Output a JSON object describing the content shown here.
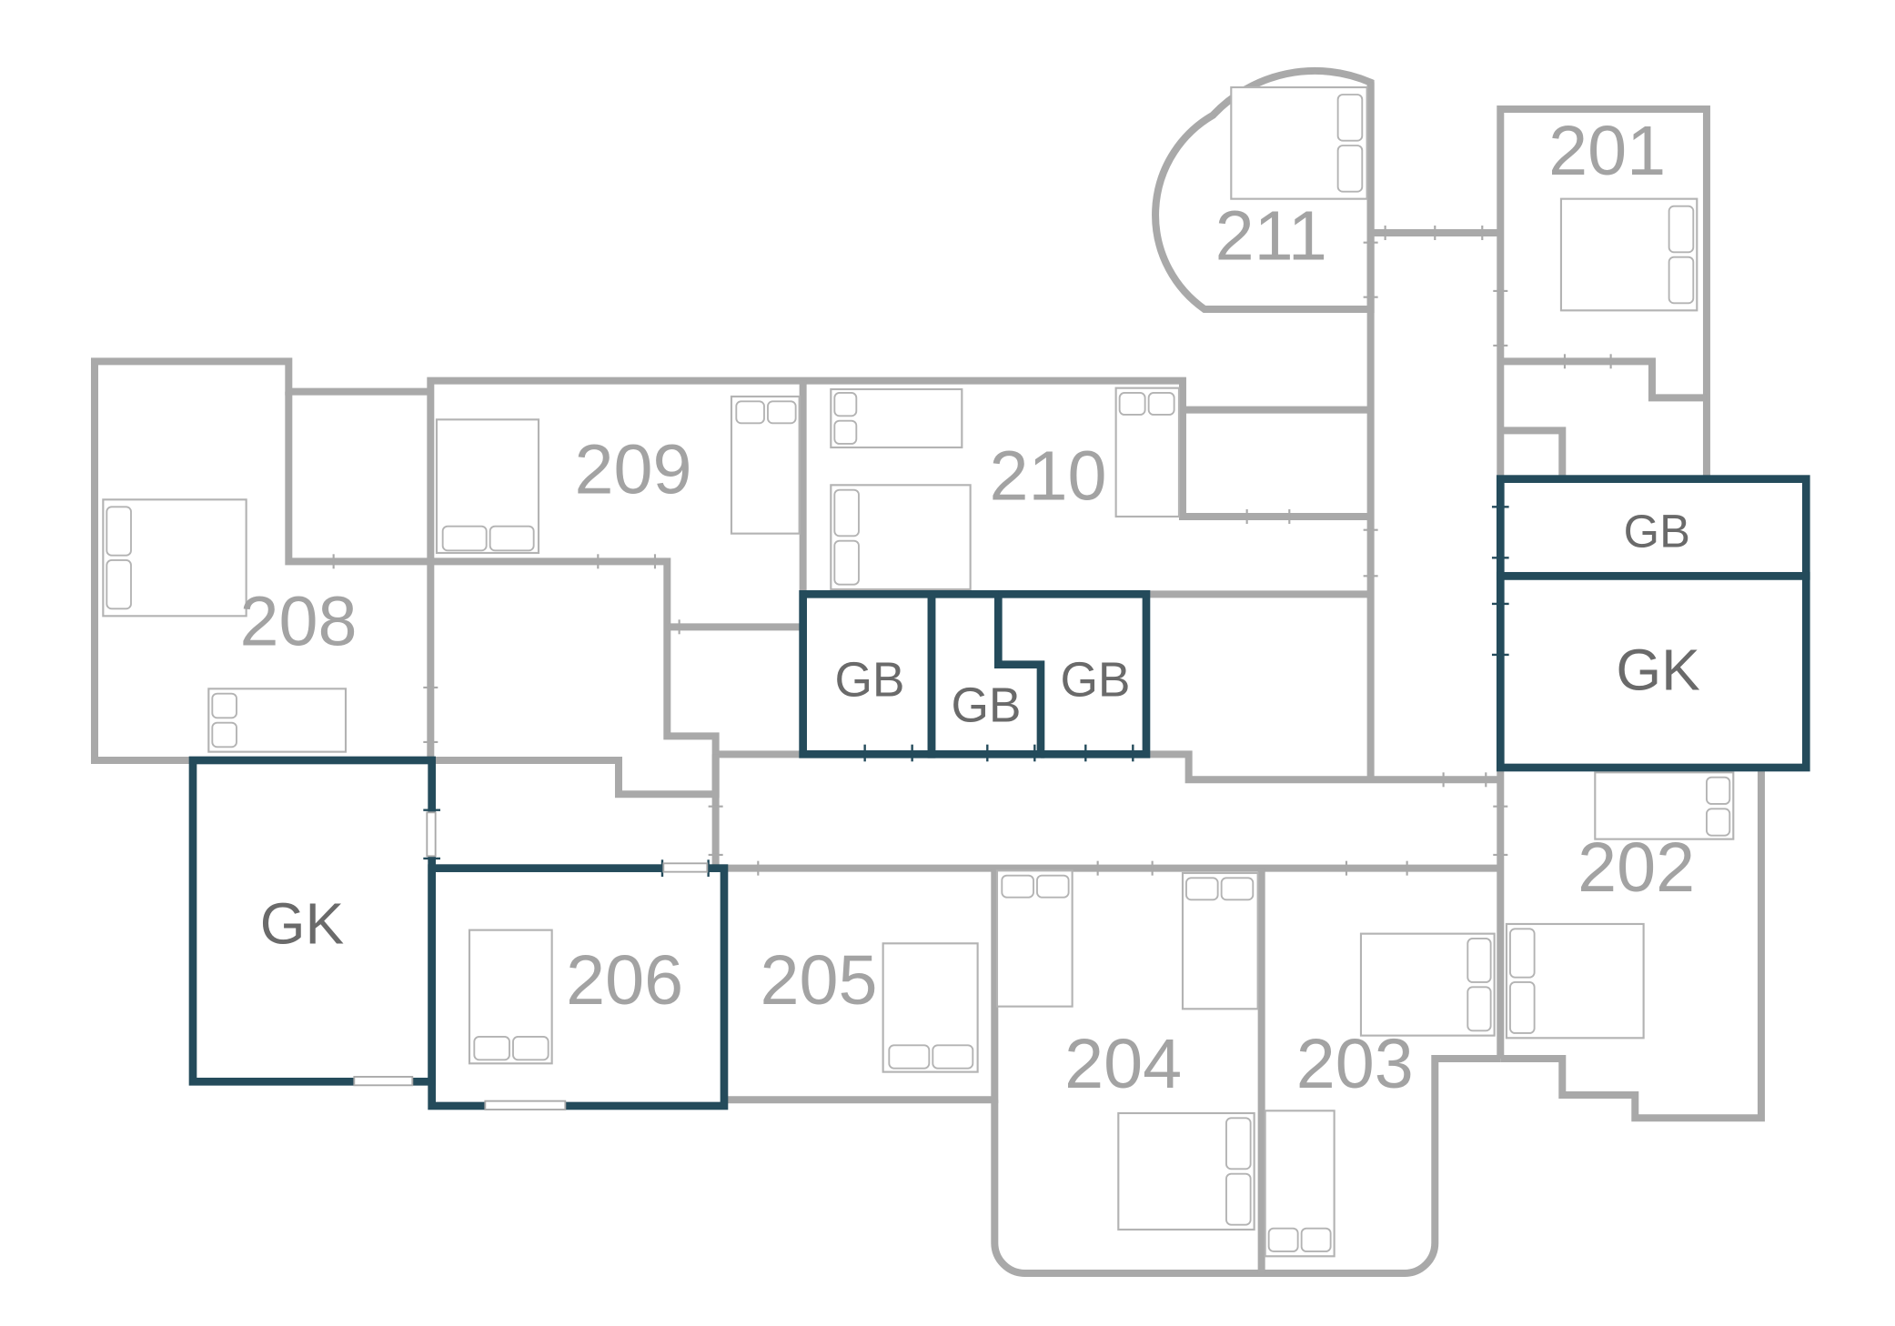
{
  "rooms": {
    "r201": "201",
    "r202": "202",
    "r203": "203",
    "r204": "204",
    "r205": "205",
    "r206": "206",
    "r208": "208",
    "r209": "209",
    "r210": "210",
    "r211": "211"
  },
  "utility": {
    "gb_1": "GB",
    "gb_2": "GB",
    "gb_3": "GB",
    "gb_4": "GB",
    "gk_1": "GK",
    "gk_2": "GK"
  },
  "colors": {
    "wall": "#a9a9a9",
    "highlight": "#244b5b",
    "room_label": "#a3a3a3",
    "utility_label": "#6a6a6a"
  }
}
